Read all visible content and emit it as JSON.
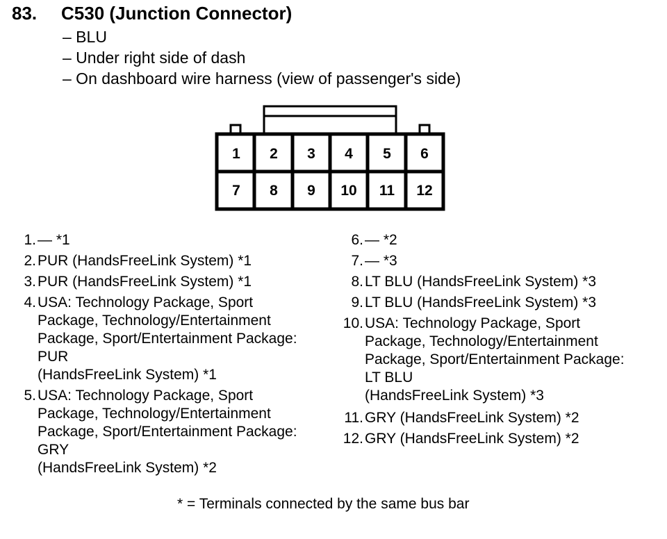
{
  "header": {
    "number": "83.",
    "title": "C530 (Junction Connector)"
  },
  "details": [
    "– BLU",
    "– Under right side of dash",
    "– On dashboard wire harness (view of passenger's side)"
  ],
  "connector": {
    "pins_top": [
      "1",
      "2",
      "3",
      "4",
      "5",
      "6"
    ],
    "pins_bottom": [
      "7",
      "8",
      "9",
      "10",
      "11",
      "12"
    ]
  },
  "pins_left": [
    {
      "num": "1.",
      "lines": [
        "— *1"
      ]
    },
    {
      "num": "2.",
      "lines": [
        "PUR (HandsFreeLink System) *1"
      ]
    },
    {
      "num": "3.",
      "lines": [
        "PUR (HandsFreeLink System) *1"
      ]
    },
    {
      "num": "4.",
      "lines": [
        "USA: Technology Package, Sport",
        "Package, Technology/Entertainment",
        "Package, Sport/Entertainment Package:",
        "PUR",
        "(HandsFreeLink System) *1"
      ]
    },
    {
      "num": "5.",
      "lines": [
        "USA: Technology Package, Sport",
        "Package, Technology/Entertainment",
        "Package, Sport/Entertainment Package:",
        "GRY",
        "(HandsFreeLink System) *2"
      ]
    }
  ],
  "pins_right": [
    {
      "num": "6.",
      "lines": [
        "— *2"
      ]
    },
    {
      "num": "7.",
      "lines": [
        "— *3"
      ]
    },
    {
      "num": "8.",
      "lines": [
        "LT BLU (HandsFreeLink System) *3"
      ]
    },
    {
      "num": "9.",
      "lines": [
        "LT BLU (HandsFreeLink System) *3"
      ]
    },
    {
      "num": "10.",
      "lines": [
        "USA: Technology Package, Sport",
        "Package, Technology/Entertainment",
        "Package, Sport/Entertainment Package:",
        "LT BLU",
        "(HandsFreeLink System) *3"
      ]
    },
    {
      "num": "11.",
      "lines": [
        "GRY (HandsFreeLink System) *2"
      ]
    },
    {
      "num": "12.",
      "lines": [
        "GRY (HandsFreeLink System) *2"
      ]
    }
  ],
  "footnote": "* = Terminals connected by the same bus bar"
}
